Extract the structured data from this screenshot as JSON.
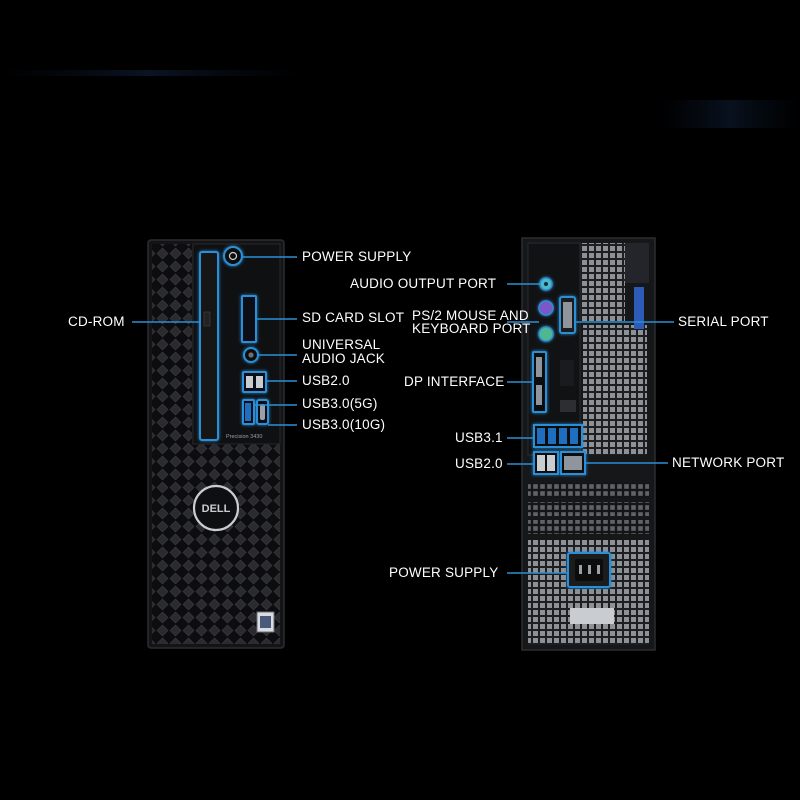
{
  "front": {
    "model_text": "Precision 3430",
    "brand_text": "DELL",
    "labels": {
      "power_supply": "POWER SUPPLY",
      "cd_rom": "CD-ROM",
      "sd_card_slot": "SD CARD SLOT",
      "audio_jack_line1": "UNIVERSAL",
      "audio_jack_line2": "AUDIO JACK",
      "usb20": "USB2.0",
      "usb30_5g": "USB3.0(5G)",
      "usb30_10g": "USB3.0(10G)"
    }
  },
  "rear": {
    "labels": {
      "audio_output": "AUDIO OUTPUT PORT",
      "ps2_line1": "PS/2 MOUSE AND",
      "ps2_line2": "KEYBOARD PORT",
      "serial_port": "SERIAL PORT",
      "dp_interface": "DP INTERFACE",
      "usb31": "USB3.1",
      "usb20": "USB2.0",
      "network_port": "NETWORK PORT",
      "power_supply": "POWER SUPPLY"
    }
  },
  "colors": {
    "background": "#000000",
    "callout_blue": "#2a8fd6",
    "highlight_blue": "#3aa0e8",
    "chassis": "#1b1c1f"
  }
}
